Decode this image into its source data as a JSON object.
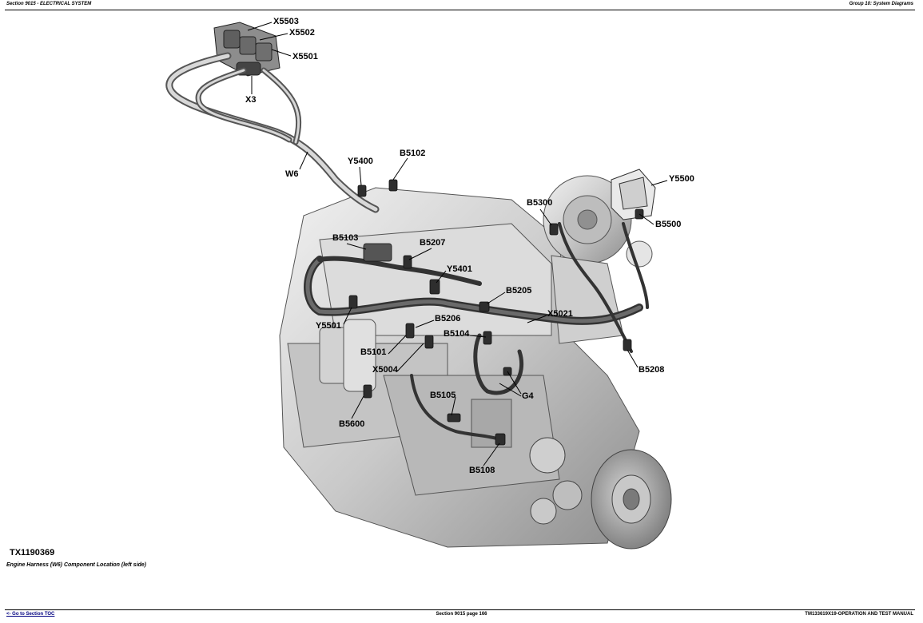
{
  "header": {
    "left": "Section 9015 - ELECTRICAL SYSTEM",
    "right": "Group 10: System Diagrams"
  },
  "figure": {
    "id": "TX1190369",
    "caption": "Engine Harness (W6) Component Location (left side)",
    "callouts": {
      "x5503": "X5503",
      "x5502": "X5502",
      "x5501": "X5501",
      "x3": "X3",
      "w6": "W6",
      "y5400": "Y5400",
      "b5102": "B5102",
      "y5500": "Y5500",
      "b5300": "B5300",
      "b5500": "B5500",
      "b5103": "B5103",
      "b5207": "B5207",
      "y5401": "Y5401",
      "b5205": "B5205",
      "x5021": "X5021",
      "b5206": "B5206",
      "y5501": "Y5501",
      "b5104": "B5104",
      "b5101": "B5101",
      "x5004": "X5004",
      "b5208": "B5208",
      "g4": "G4",
      "b5105": "B5105",
      "b5600": "B5600",
      "b5108": "B5108"
    }
  },
  "footer": {
    "toc_link": "<- Go to Section TOC",
    "page": "Section 9015 page 166",
    "manual": "TM133619X19-OPERATION AND TEST MANUAL"
  }
}
